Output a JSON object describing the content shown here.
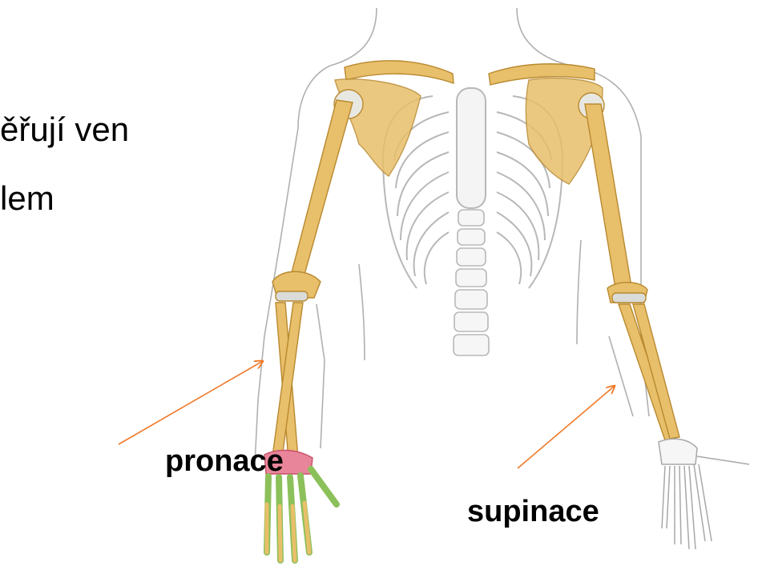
{
  "text": {
    "line1": "ěřují ven",
    "line2": "lem"
  },
  "labels": {
    "pronation": "pronace",
    "supination": "supinace"
  },
  "colors": {
    "bone": "#e8bf6a",
    "bone_dark": "#b8892f",
    "outline": "#a8a8a8",
    "joint": "#d9dcd9",
    "arrow": "#f07a2a",
    "carpal_highlight": "#e8859a",
    "finger_highlight": "#8cc05a"
  }
}
